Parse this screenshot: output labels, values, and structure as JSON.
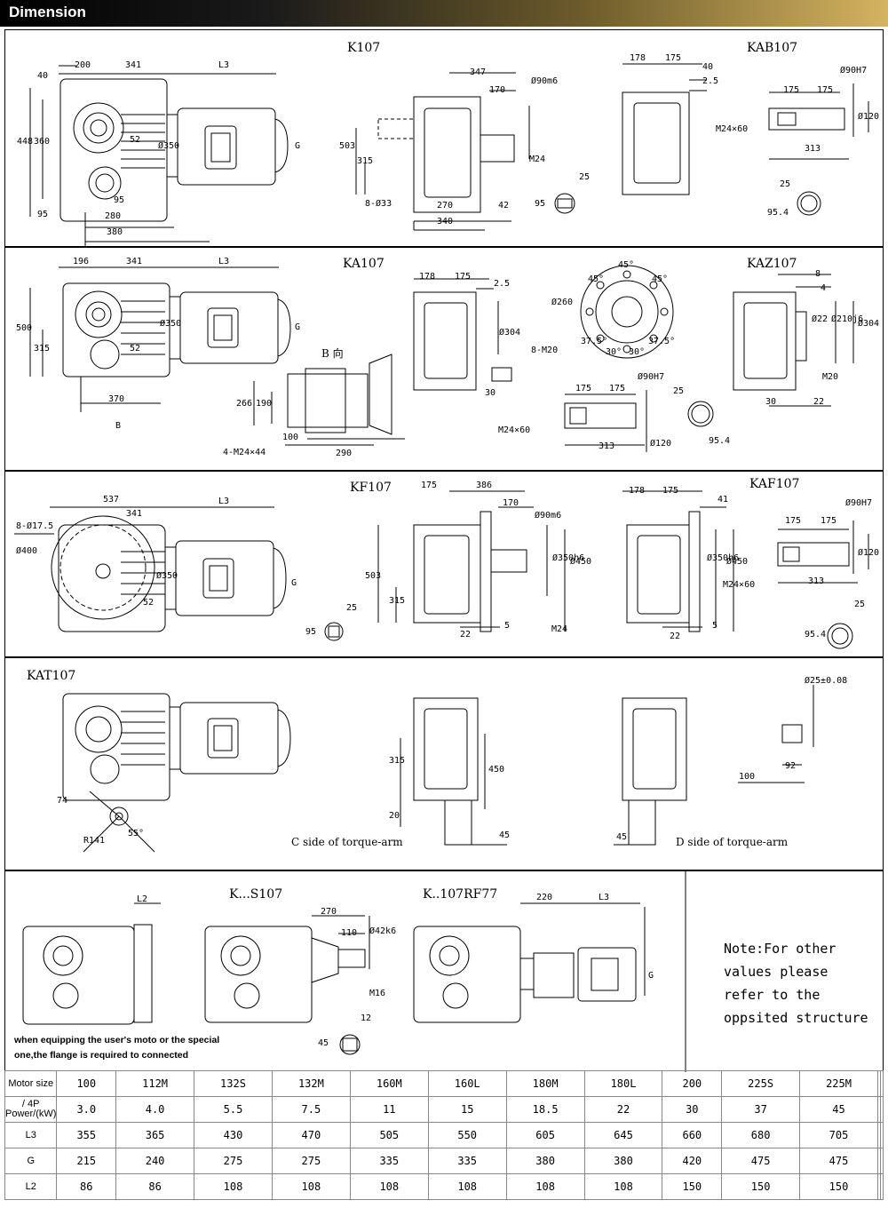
{
  "header": {
    "title": "Dimension"
  },
  "views": {
    "k107": "K107",
    "kab107": "KAB107",
    "ka107": "KA107",
    "kaz107": "KAZ107",
    "kf107": "KF107",
    "kaf107": "KAF107",
    "kat107": "KAT107",
    "ks107": "K...S107",
    "krf": "K..107RF77",
    "b_view": "B 向",
    "c_side": "C side of torque-arm",
    "d_side": "D side of torque-arm"
  },
  "dims": {
    "p1": [
      "40",
      "200",
      "341",
      "L3",
      "448",
      "360",
      "52",
      "Ø350",
      "G",
      "95",
      "95",
      "280",
      "380",
      "347",
      "170",
      "Ø90m6",
      "503",
      "315",
      "M24",
      "8-Ø33",
      "270",
      "340",
      "42",
      "25",
      "95",
      "178",
      "175",
      "40",
      "2.5",
      "175",
      "175",
      "Ø90H7",
      "M24×60",
      "Ø120",
      "313",
      "25",
      "95.4"
    ],
    "p2": [
      "196",
      "341",
      "L3",
      "500",
      "315",
      "52",
      "Ø350",
      "G",
      "370",
      "B",
      "266",
      "190",
      "100",
      "290",
      "4-M24×44",
      "178",
      "175",
      "2.5",
      "Ø304",
      "8-M20",
      "30",
      "45°",
      "45°",
      "45°",
      "Ø260",
      "37.5°",
      "30°",
      "30°",
      "37.5°",
      "175",
      "175",
      "Ø90H7",
      "M24×60",
      "313",
      "Ø120",
      "25",
      "95.4",
      "8",
      "4",
      "Ø22",
      "Ø210j6",
      "Ø304",
      "M20",
      "30",
      "22"
    ],
    "p3": [
      "537",
      "341",
      "L3",
      "8-Ø17.5",
      "Ø400",
      "52",
      "Ø350",
      "G",
      "25",
      "95",
      "175",
      "386",
      "170",
      "Ø90m6",
      "503",
      "315",
      "Ø350h6",
      "Ø450",
      "22",
      "5",
      "M24",
      "178",
      "175",
      "41",
      "Ø350h6",
      "Ø450",
      "22",
      "5",
      "175",
      "175",
      "Ø90H7",
      "M24×60",
      "313",
      "Ø120",
      "25",
      "95.4"
    ],
    "p4": [
      "74",
      "R141",
      "55°",
      "315",
      "450",
      "20",
      "45",
      "45",
      "Ø25±0.08",
      "92",
      "100"
    ],
    "p5": [
      "L2",
      "270",
      "110",
      "Ø42k6",
      "M16",
      "12",
      "45",
      "220",
      "L3",
      "G"
    ]
  },
  "footnote": {
    "line1": "when equipping the user's moto or the special",
    "line2": "one,the flange is required to connected"
  },
  "note": "Note:For other values please refer to the oppsited structure",
  "table": {
    "headers": [
      "Motor size",
      "/ 4P Power/(kW)",
      "L3",
      "G",
      "L2"
    ],
    "motor_size": [
      "100",
      "112M",
      "132S",
      "132M",
      "160M",
      "160L",
      "180M",
      "180L",
      "200",
      "225S",
      "225M",
      "",
      ""
    ],
    "power": [
      "3.0",
      "4.0",
      "5.5",
      "7.5",
      "11",
      "15",
      "18.5",
      "22",
      "30",
      "37",
      "45",
      "",
      ""
    ],
    "L3": [
      "355",
      "365",
      "430",
      "470",
      "505",
      "550",
      "605",
      "645",
      "660",
      "680",
      "705",
      "",
      ""
    ],
    "G": [
      "215",
      "240",
      "275",
      "275",
      "335",
      "335",
      "380",
      "380",
      "420",
      "475",
      "475",
      "",
      ""
    ],
    "L2": [
      "86",
      "86",
      "108",
      "108",
      "108",
      "108",
      "108",
      "108",
      "150",
      "150",
      "150",
      "",
      ""
    ]
  }
}
